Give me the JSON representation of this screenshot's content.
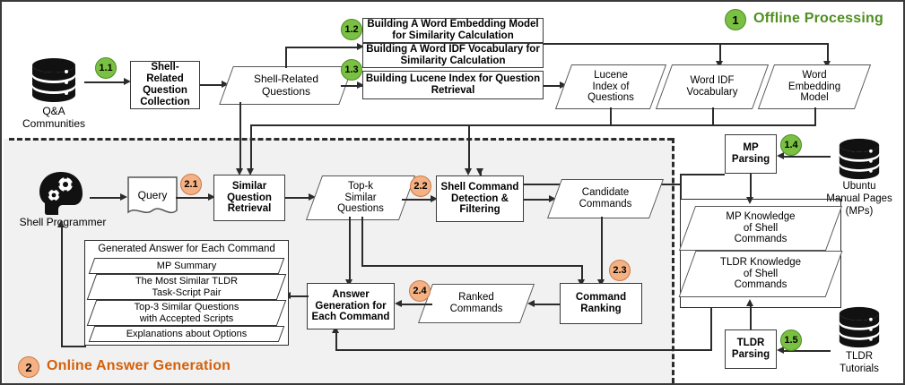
{
  "sections": {
    "offline": {
      "num": "1",
      "label": "Offline Processing",
      "color": "#4f8f1f"
    },
    "online": {
      "num": "2",
      "label": "Online Answer Generation",
      "color": "#d4600a"
    }
  },
  "badges": {
    "b11": "1.1",
    "b12": "1.2",
    "b13": "1.3",
    "b14": "1.4",
    "b15": "1.5",
    "b21": "2.1",
    "b22": "2.2",
    "b23": "2.3",
    "b24": "2.4"
  },
  "offline": {
    "qa_source": "Q&A\nCommunities",
    "qa_source_l1": "Q&A",
    "qa_source_l2": "Communities",
    "shell_question_collection": "Shell-Related\nQuestion\nCollection",
    "shell_related_questions": "Shell-Related\nQuestions",
    "build_embedding": "Building A Word Embedding Model\nfor Similarity Calculation",
    "build_idf": "Building A Word IDF Vocabulary for\nSimilarity Calculation",
    "build_lucene": "Building Lucene Index for Question\nRetrieval",
    "lucene_index": "Lucene\nIndex of\nQuestions",
    "word_idf_vocab": "Word IDF\nVocabulary",
    "word_embedding_model": "Word\nEmbedding\nModel",
    "mp_parsing": "MP\nParsing",
    "tldr_parsing": "TLDR\nParsing",
    "ubuntu_mp_l1": "Ubuntu",
    "ubuntu_mp_l2": "Manual Pages",
    "ubuntu_mp_l3": "(MPs)",
    "tldr_tutorials_l1": "TLDR",
    "tldr_tutorials_l2": "Tutorials",
    "mp_knowledge": "MP Knowledge\nof Shell\nCommands",
    "tldr_knowledge": "TLDR Knowledge\nof Shell\nCommands"
  },
  "online": {
    "shell_programmer": "Shell Programmer",
    "query": "Query",
    "similar_question_retrieval": "Similar\nQuestion\nRetrieval",
    "topk_similar_questions": "Top-k\nSimilar\nQuestions",
    "shell_command_detection": "Shell Command\nDetection &\nFiltering",
    "candidate_commands": "Candidate\nCommands",
    "command_ranking": "Command\nRanking",
    "ranked_commands": "Ranked\nCommands",
    "answer_generation": "Answer\nGeneration for\nEach Command",
    "generated_answer_title": "Generated Answer for Each Command",
    "answer_parts": [
      "MP Summary",
      "The Most Similar TLDR\nTask-Script Pair",
      "Top-3 Similar Questions\nwith Accepted Scripts",
      "Explanations about Options"
    ]
  },
  "icons": {
    "database": "database-cylinder-icon",
    "person": "programmer-head-gears-icon"
  }
}
